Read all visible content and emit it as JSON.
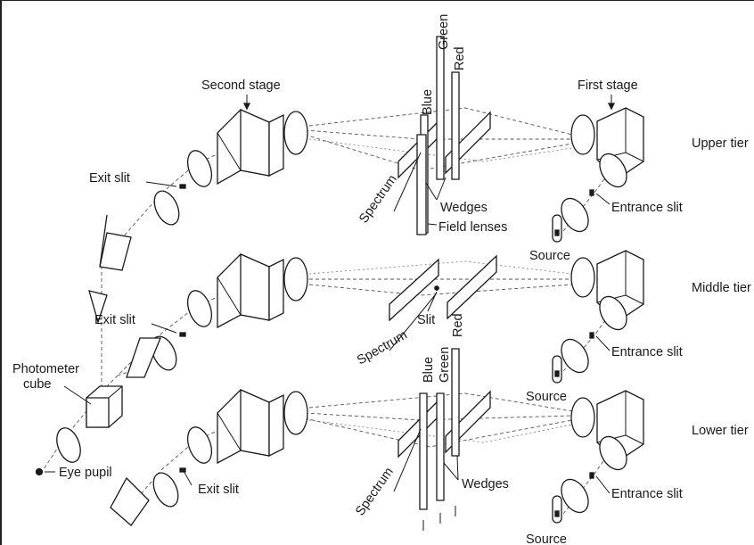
{
  "labels": {
    "second_stage": "Second stage",
    "first_stage": "First stage",
    "upper_tier": "Upper tier",
    "middle_tier": "Middle tier",
    "lower_tier": "Lower tier",
    "exit_slit": "Exit slit",
    "entrance_slit": "Entrance slit",
    "source": "Source",
    "wedges": "Wedges",
    "field_lenses": "Field lenses",
    "spectrum": "Spectrum",
    "slit": "Slit",
    "photometer_cube": "Photometer\ncube",
    "eye_pupil": "Eye pupil",
    "blue": "Blue",
    "green": "Green",
    "red": "Red"
  }
}
